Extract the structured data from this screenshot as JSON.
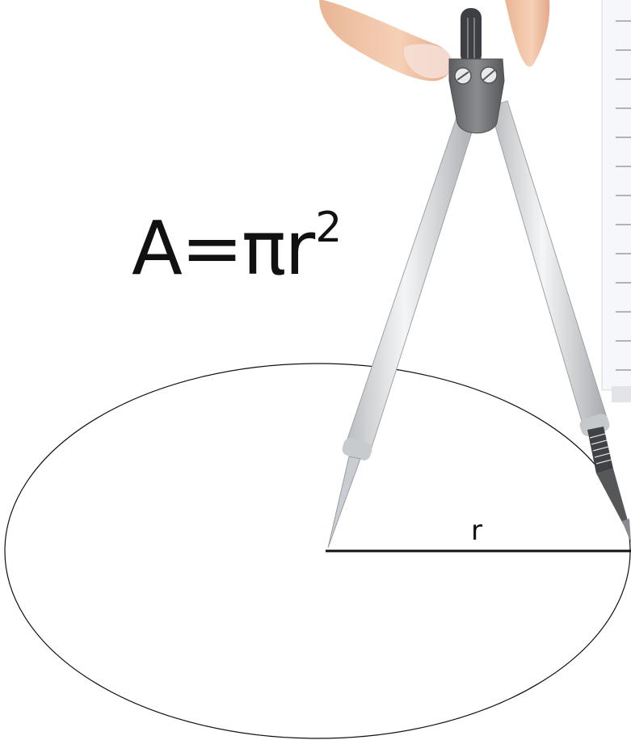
{
  "formula": {
    "lhs": "A",
    "equals": "=",
    "rhs": "πr",
    "exponent": "2"
  },
  "radius_label": "r",
  "colors": {
    "ink": "#111111",
    "compass_metal": "#d4d6d9",
    "compass_head": "#6d6f72",
    "paper_lines": "#b9bdc6",
    "skin": "#f2c2a4"
  },
  "icons": [
    "hand-icon",
    "compass-icon",
    "notepad-icon"
  ]
}
